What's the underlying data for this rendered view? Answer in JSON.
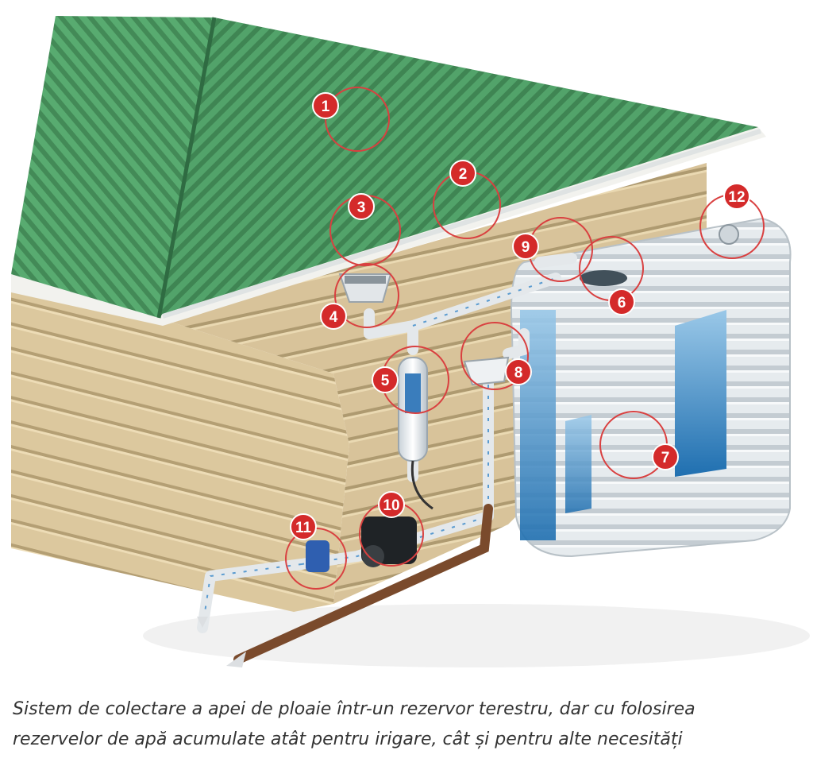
{
  "diagram": {
    "markers": [
      {
        "label": "1"
      },
      {
        "label": "2"
      },
      {
        "label": "3"
      },
      {
        "label": "4"
      },
      {
        "label": "5"
      },
      {
        "label": "6"
      },
      {
        "label": "7"
      },
      {
        "label": "8"
      },
      {
        "label": "9"
      },
      {
        "label": "10"
      },
      {
        "label": "11"
      },
      {
        "label": "12"
      }
    ],
    "colors": {
      "roof": "#4c9a63",
      "roof_stripe": "#3d7f51",
      "wall": "#d9c49a",
      "wall_line": "#a8946a",
      "tank": "#e9edf0",
      "water": "#2f80c0",
      "pipe": "#e6e9ec",
      "drain": "#7a4a2c",
      "marker": "#d42a2a",
      "marker_ring": "#d94040"
    }
  },
  "caption": {
    "line1": "Sistem de colectare a apei de ploaie într-un rezervor terestru, dar cu folosirea",
    "line2": "rezervelor de apă acumulate atât pentru irigare, cât și pentru alte necesități"
  }
}
